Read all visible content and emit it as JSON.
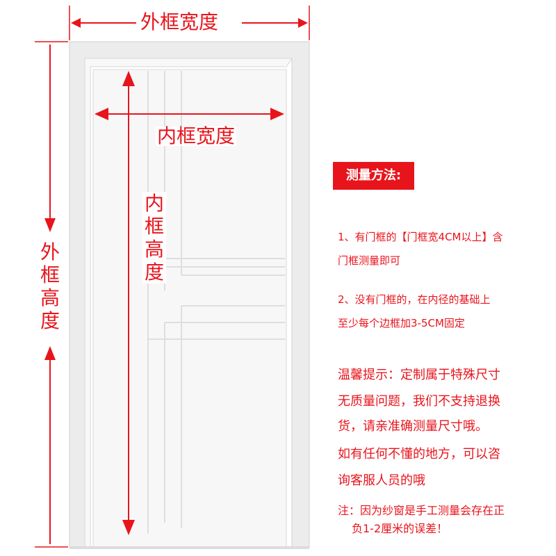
{
  "labels": {
    "outer_width": "外框宽度",
    "inner_width": "内框宽度",
    "inner_height": [
      "内",
      "框",
      "高",
      "度"
    ],
    "outer_height": [
      "外",
      "框",
      "高",
      "度"
    ]
  },
  "method": {
    "title": "测量方法:",
    "item1": [
      "1、有门框的【门框宽4CM以上】含",
      "门框测量即可"
    ],
    "item2": [
      "2、没有门框的，在内径的基础上",
      "至少每个边框加3-5CM固定"
    ]
  },
  "tips": [
    "温馨提示：定制属于特殊尺寸",
    "无质量问题，我们不支持退换",
    "货，请亲准确测量尺寸哦。",
    "如有任何不懂的地方，可以咨",
    "询客服人员的哦"
  ],
  "warning": [
    "注：因为纱窗是手工测量会存在正",
    "负1-2厘米的误差！"
  ],
  "colors": {
    "accent": "#e8141c",
    "door": "#f7f7f7",
    "frame": "#e9e9e9"
  }
}
